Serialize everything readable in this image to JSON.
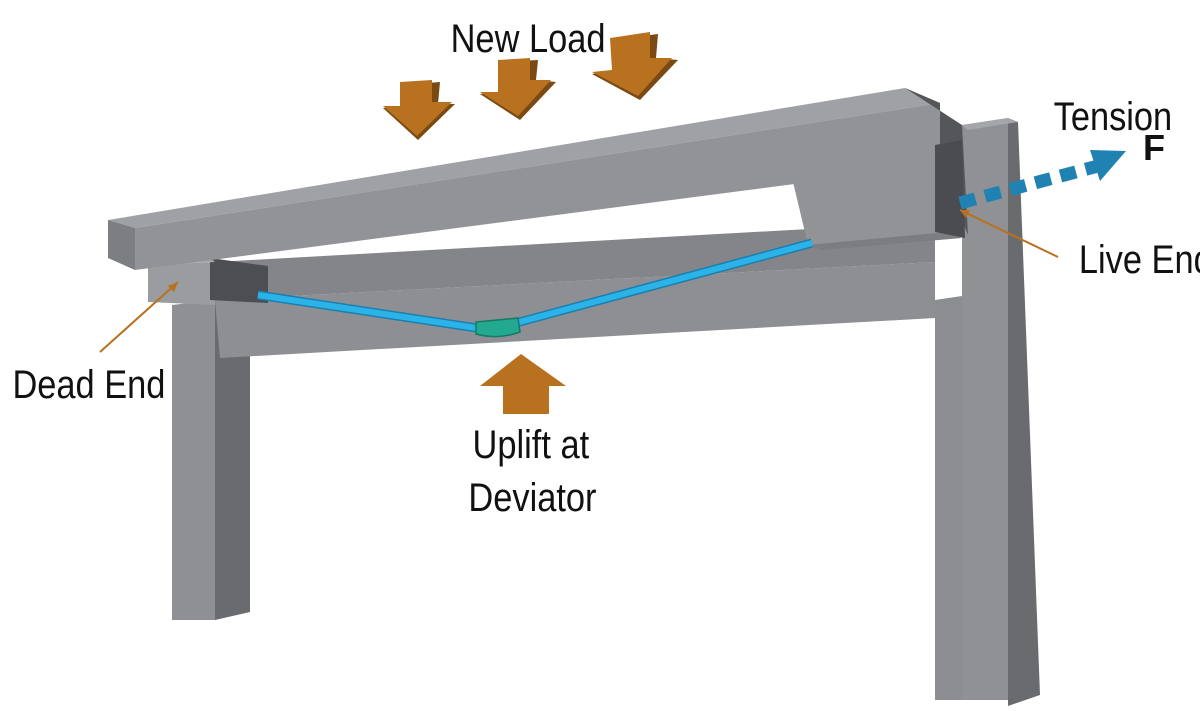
{
  "labels": {
    "new_load": "New Load",
    "tension": "Tension",
    "force": "F",
    "live_end": "Live End",
    "dead_end": "Dead End",
    "uplift_line1": "Uplift at",
    "uplift_line2": "Deviator"
  },
  "colors": {
    "concrete_top": "#9a9b9e",
    "concrete_front": "#8d8e91",
    "concrete_dark": "#5f6063",
    "concrete_side": "#707174",
    "load_arrow": "#b8711f",
    "load_arrow_shadow": "#7a4a12",
    "tendon": "#2bb3e8",
    "deviator": "#23a98f",
    "tension_arrow": "#1f82b3",
    "leader_line": "#b8711f"
  }
}
